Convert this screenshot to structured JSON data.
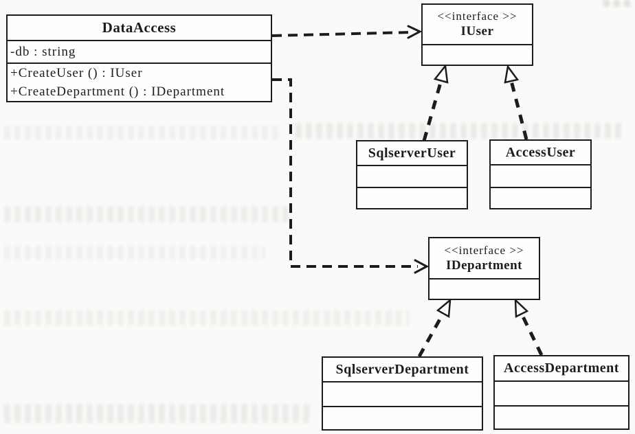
{
  "colors": {
    "ink": "#1c1c1c",
    "background": "#fbfaf8",
    "box_fill": "#fefefd"
  },
  "classes": {
    "dataAccess": {
      "title": "DataAccess",
      "attributes": [
        "-db : string"
      ],
      "methods": [
        "+CreateUser () : IUser",
        "+CreateDepartment () : IDepartment"
      ]
    },
    "iuser": {
      "stereotype": "<<interface >>",
      "title": "IUser"
    },
    "sqlserverUser": {
      "title": "SqlserverUser"
    },
    "accessUser": {
      "title": "AccessUser"
    },
    "idepartment": {
      "stereotype": "<<interface >>",
      "title": "IDepartment"
    },
    "sqlserverDepartment": {
      "title": "SqlserverDepartment"
    },
    "accessDepartment": {
      "title": "AccessDepartment"
    }
  },
  "relationships": [
    {
      "type": "dependency",
      "from": "DataAccess",
      "to": "IUser",
      "style": "dashed-open-arrow"
    },
    {
      "type": "dependency",
      "from": "DataAccess",
      "to": "IDepartment",
      "style": "dashed-open-arrow"
    },
    {
      "type": "realization",
      "from": "SqlserverUser",
      "to": "IUser",
      "style": "dashed-hollow-triangle"
    },
    {
      "type": "realization",
      "from": "AccessUser",
      "to": "IUser",
      "style": "dashed-hollow-triangle"
    },
    {
      "type": "realization",
      "from": "SqlserverDepartment",
      "to": "IDepartment",
      "style": "dashed-hollow-triangle"
    },
    {
      "type": "realization",
      "from": "AccessDepartment",
      "to": "IDepartment",
      "style": "dashed-hollow-triangle"
    }
  ]
}
